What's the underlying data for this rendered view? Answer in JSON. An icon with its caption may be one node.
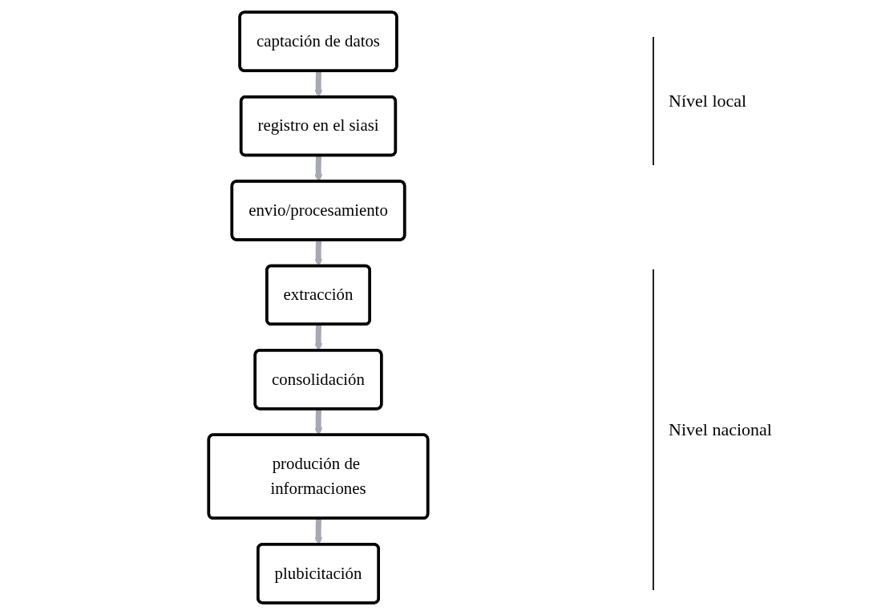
{
  "diagram": {
    "nodes": [
      {
        "text": [
          "captación de datos"
        ]
      },
      {
        "text": [
          "registro en el siasi"
        ]
      },
      {
        "text": [
          "envio/procesamiento"
        ]
      },
      {
        "text": [
          "extracción"
        ]
      },
      {
        "text": [
          "consolidación"
        ]
      },
      {
        "text": [
          "produción de informaciones"
        ]
      },
      {
        "text": [
          "plubicitación"
        ]
      }
    ],
    "edges": [
      {
        "from": 0,
        "to": 1,
        "arrow": "to"
      },
      {
        "from": 1,
        "to": 2,
        "arrow": "to"
      },
      {
        "from": 2,
        "to": 3,
        "arrow": "to"
      },
      {
        "from": 3,
        "to": 4,
        "arrow": "to"
      },
      {
        "from": 4,
        "to": 5,
        "arrow": "to"
      },
      {
        "from": 5,
        "to": 6,
        "arrow": "to"
      }
    ],
    "labels": [
      "Nível local",
      "Nivel nacional"
    ]
  }
}
